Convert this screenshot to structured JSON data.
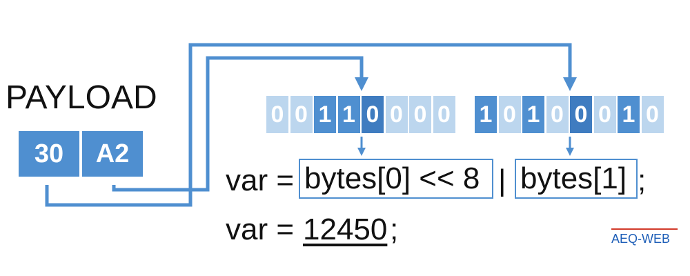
{
  "title": "PAYLOAD",
  "payload_bytes": [
    "30",
    "A2"
  ],
  "byte0_bits": [
    "0",
    "0",
    "1",
    "1",
    "0",
    "0",
    "0",
    "0"
  ],
  "byte1_bits": [
    "1",
    "0",
    "1",
    "0",
    "0",
    "0",
    "1",
    "0"
  ],
  "bit_colors": {
    "one": "#4f8fd0",
    "zero": "#bcd6ee",
    "msb_zero": "#3f7cc0"
  },
  "expr": {
    "prefix": "var =",
    "part0": "bytes[0] << 8",
    "op": "|",
    "part1": "bytes[1]",
    "suffix": ";"
  },
  "result": {
    "prefix": "var =",
    "value": "12450",
    "suffix": ";"
  },
  "logo": "AEQ-WEB",
  "colors": {
    "accent": "#4f8fd0",
    "logo_text": "#1f5fb8",
    "logo_bar": "#d23a2a"
  }
}
